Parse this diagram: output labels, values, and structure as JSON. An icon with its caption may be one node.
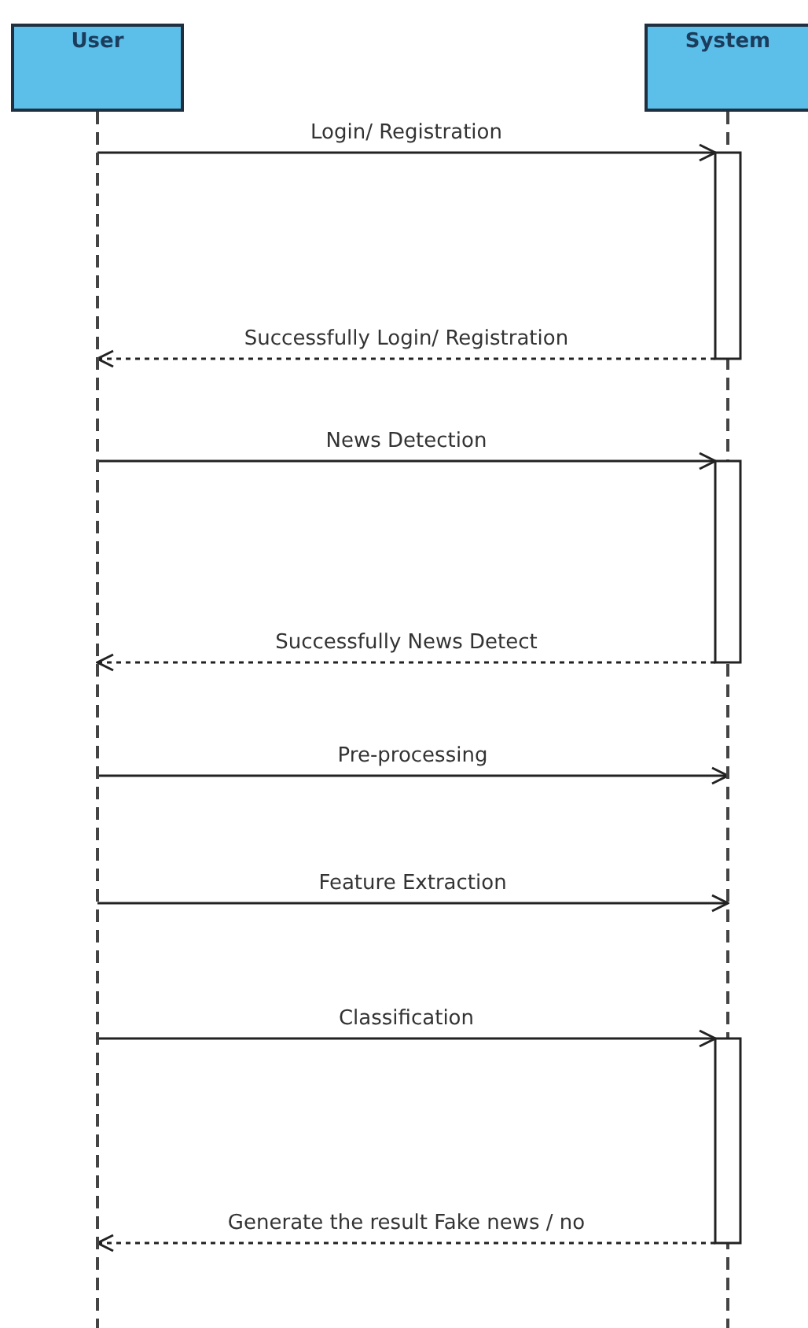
{
  "diagram": {
    "nodes": [
      {
        "text": [
          "User"
        ]
      },
      {
        "text": [
          "System"
        ]
      }
    ],
    "edges": [
      {
        "from": 0,
        "to": 1,
        "arrow": "to",
        "label": "Login/ Registration"
      },
      {
        "from": 1,
        "to": 0,
        "arrow": "to",
        "label": "Successfully Login/ Registration",
        "style": "dashed"
      },
      {
        "from": 0,
        "to": 1,
        "arrow": "to",
        "label": "News Detection"
      },
      {
        "from": 1,
        "to": 0,
        "arrow": "to",
        "label": "Successfully News Detect",
        "style": "dashed"
      },
      {
        "from": 0,
        "to": 1,
        "arrow": "to",
        "label": "Pre-processing"
      },
      {
        "from": 0,
        "to": 1,
        "arrow": "to",
        "label": "Feature Extraction"
      },
      {
        "from": 0,
        "to": 1,
        "arrow": "to",
        "label": "Classification"
      },
      {
        "from": 1,
        "to": 0,
        "arrow": "to",
        "label": "Generate the result Fake news / no",
        "style": "dashed"
      }
    ]
  }
}
